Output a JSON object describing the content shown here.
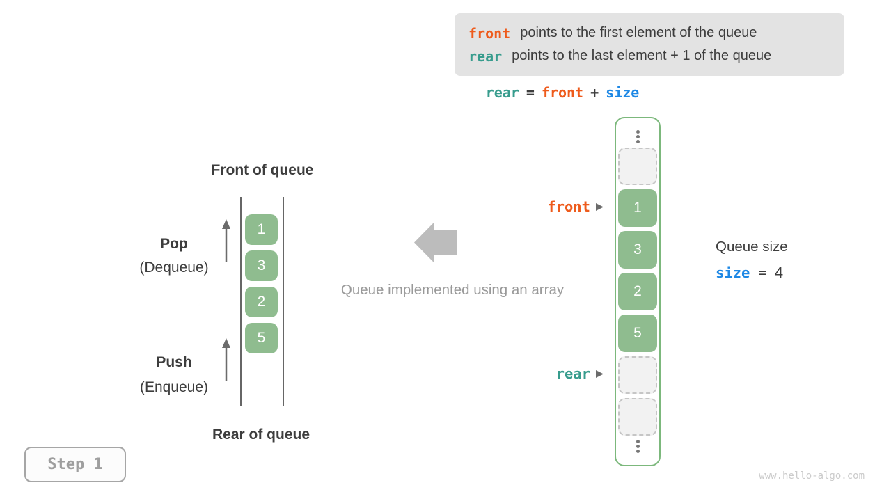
{
  "legend": {
    "lines": [
      {
        "keyword": "front",
        "text": "points to the first element of the queue"
      },
      {
        "keyword": "rear",
        "text": "points to the last element + 1 of the queue"
      }
    ]
  },
  "formula": {
    "rear": "rear",
    "eq": "=",
    "front": "front",
    "plus": "+",
    "size": "size"
  },
  "left_queue": {
    "front_label": "Front of queue",
    "rear_label": "Rear of queue",
    "pop_label": "Pop",
    "pop_sub": "(Dequeue)",
    "push_label": "Push",
    "push_sub": "(Enqueue)",
    "values": [
      "1",
      "3",
      "2",
      "5"
    ]
  },
  "middle": {
    "caption": "Queue implemented using an array"
  },
  "array": {
    "cells": [
      {
        "type": "dots"
      },
      {
        "type": "empty"
      },
      {
        "type": "value",
        "value": "1"
      },
      {
        "type": "value",
        "value": "3"
      },
      {
        "type": "value",
        "value": "2"
      },
      {
        "type": "value",
        "value": "5"
      },
      {
        "type": "empty"
      },
      {
        "type": "empty"
      },
      {
        "type": "dots"
      }
    ]
  },
  "pointers": {
    "front": "front",
    "rear": "rear"
  },
  "queue_size": {
    "label": "Queue size",
    "variable": "size",
    "equals": "=",
    "value": "4"
  },
  "step": {
    "label": "Step 1"
  },
  "watermark": "www.hello-algo.com",
  "colors": {
    "orange": "#EE5B1C",
    "teal": "#379C8D",
    "blue": "#1E88E5",
    "green": "#8FBC8F",
    "green_border": "#7CB87C",
    "dark": "#3D3D3D"
  }
}
